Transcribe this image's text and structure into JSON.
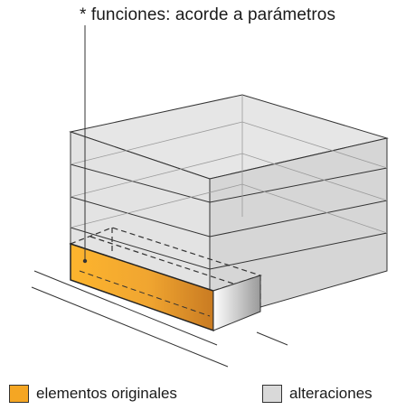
{
  "annotation": {
    "text": "* funciones: acorde a parámetros"
  },
  "legend": {
    "original": {
      "label": "elementos originales",
      "color": "#F5A623"
    },
    "alteration": {
      "label": "alteraciones",
      "color": "#D9D9D9"
    }
  },
  "colors": {
    "line": "#333333",
    "box_fill": "#DCDCDC",
    "box_fill_light": "#E8E8E8"
  }
}
